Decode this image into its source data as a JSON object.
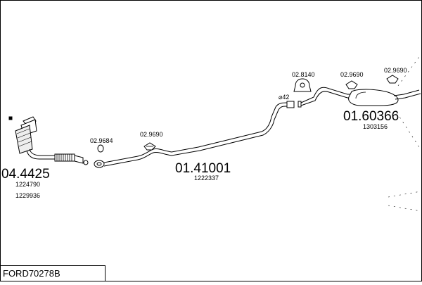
{
  "diagram": {
    "code": "FORD70278B",
    "parts": {
      "catalyst": {
        "part_no": "04.4425",
        "refs": [
          "1224790",
          "1229936"
        ]
      },
      "middle_pipe": {
        "part_no": "01.41001",
        "refs": [
          "1222337"
        ]
      },
      "rear_silencer": {
        "part_no": "01.60366",
        "refs": [
          "1303156"
        ]
      }
    },
    "fittings": {
      "clamp_9684": "02.9684",
      "hanger_mid": "02.9690",
      "hanger_8140": "02.8140",
      "hanger_rear_a": "02.9690",
      "hanger_rear_b": "02.9690"
    },
    "diameter_label": "⌀42"
  }
}
